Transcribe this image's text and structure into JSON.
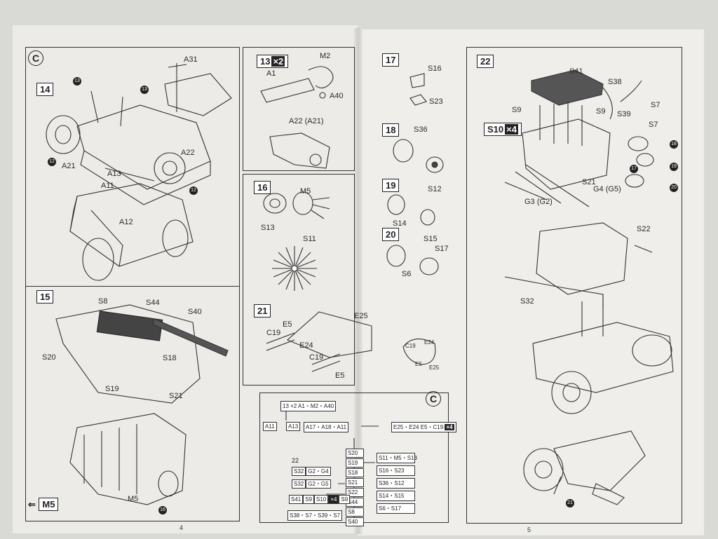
{
  "left_page": {
    "section_badge": "C",
    "page_number": "4",
    "footer_part": "M5",
    "step14": {
      "num": "14",
      "labels": {
        "a31": "A31",
        "a21": "A21",
        "a22": "A22",
        "a13": "A13",
        "a11": "A11",
        "a12": "A12"
      }
    },
    "step15": {
      "num": "15",
      "labels": {
        "s8": "S8",
        "s44": "S44",
        "s40": "S40",
        "s20": "S20",
        "s18": "S18",
        "s19": "S19",
        "s21": "S21",
        "m5": "M5"
      }
    }
  },
  "middle": {
    "step13": {
      "num": "13",
      "mult": "×2",
      "labels": {
        "m2": "M2",
        "a1": "A1",
        "a40": "A40",
        "a22": "A22 (A21)"
      }
    },
    "step16": {
      "num": "16",
      "labels": {
        "m5": "M5",
        "s13": "S13",
        "s11": "S11"
      }
    },
    "step21": {
      "num": "21",
      "labels": {
        "e25": "E25",
        "e5": "E5",
        "c19": "C19",
        "e24": "E24",
        "c19b": "C19",
        "e5b": "E5",
        "c19c": "C19",
        "e24c": "E24",
        "e5c": "E5",
        "e25c": "E25"
      }
    },
    "step17": {
      "num": "17",
      "labels": {
        "s16": "S16",
        "s23": "S23"
      }
    },
    "step18": {
      "num": "18",
      "labels": {
        "s36": "S36",
        "s12": "S12"
      }
    },
    "step19": {
      "num": "19",
      "labels": {
        "s14": "S14",
        "s15": "S15"
      }
    },
    "step20": {
      "num": "20",
      "labels": {
        "s17": "S17",
        "s6": "S6"
      }
    },
    "flow": {
      "badge": "C",
      "top": "A1・M2・A40",
      "row": [
        "A11",
        "A13",
        "A17・A18・A11"
      ],
      "right": "E25・E24 E5・C19",
      "right_mult": "×4",
      "col": [
        "S20",
        "S19",
        "S18",
        "S21",
        "S22",
        "S44",
        "S8",
        "S40"
      ],
      "side": [
        "S11・M5・S13",
        "S16・S23",
        "S36・S12",
        "S14・S15",
        "S6・S17"
      ],
      "s22": [
        "S32",
        "G2・G4",
        "S32",
        "G2・G5"
      ],
      "bottom": [
        "S41",
        "S9",
        "S10",
        "×4",
        "S9"
      ],
      "bottom2": "S38・S7・S39・S7"
    }
  },
  "right_page": {
    "page_number": "5",
    "step22": {
      "num": "22",
      "s10": "S10",
      "mult": "×4",
      "labels": {
        "s41": "S41",
        "s38": "S38",
        "s7": "S7",
        "s9": "S9",
        "s9b": "S9",
        "s39": "S39",
        "s7b": "S7",
        "s21": "S21",
        "g4": "G4 (G5)",
        "g3": "G3 (G2)",
        "s22": "S22",
        "s32": "S32"
      }
    }
  }
}
